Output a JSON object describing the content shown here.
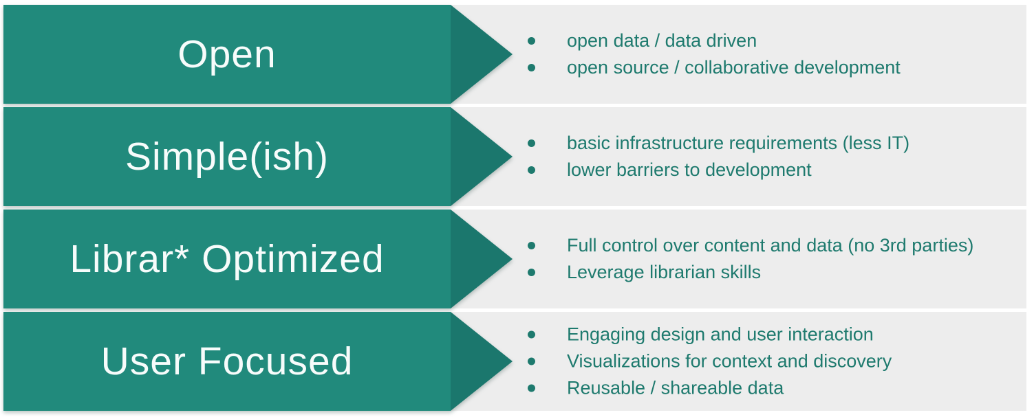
{
  "theme": {
    "page_background": "#ffffff",
    "panel_color": "#ededed",
    "banner_color": "#218a7c",
    "arrowhead_color": "#1b776d",
    "bullet_text_color": "#1e7a6e",
    "banner_text_color": "#f7fcfb"
  },
  "rows": [
    {
      "label": "Open",
      "bullets": [
        "open data / data driven",
        "open source / collaborative development"
      ]
    },
    {
      "label": "Simple(ish)",
      "bullets": [
        "basic infrastructure requirements (less IT)",
        "lower barriers to development"
      ]
    },
    {
      "label": "Librar* Optimized",
      "bullets": [
        "Full control over content and data (no 3rd parties)",
        "Leverage librarian skills"
      ]
    },
    {
      "label": "User Focused",
      "bullets": [
        "Engaging design and user interaction",
        "Visualizations for context and discovery",
        "Reusable / shareable data"
      ]
    }
  ]
}
